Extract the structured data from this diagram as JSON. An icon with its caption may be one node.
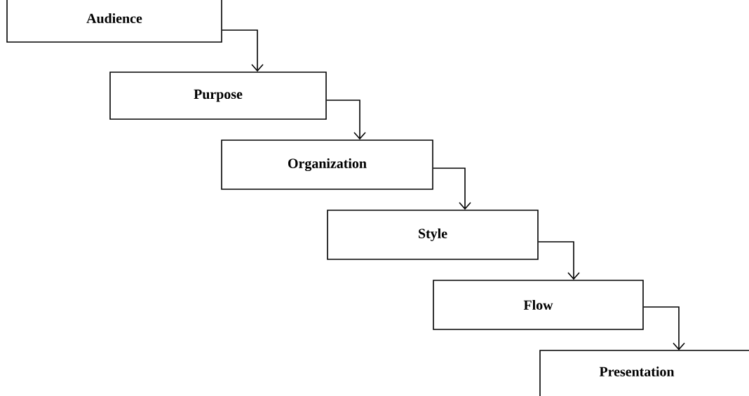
{
  "diagram": {
    "nodes": [
      {
        "text": [
          "Audience"
        ]
      },
      {
        "text": [
          "Purpose"
        ]
      },
      {
        "text": [
          "Organization"
        ]
      },
      {
        "text": [
          "Style"
        ]
      },
      {
        "text": [
          "Flow"
        ]
      },
      {
        "text": [
          "Presentation"
        ]
      }
    ],
    "edges": [
      {
        "from": 0,
        "to": 1,
        "arrow": "to"
      },
      {
        "from": 1,
        "to": 2,
        "arrow": "to"
      },
      {
        "from": 2,
        "to": 3,
        "arrow": "to"
      },
      {
        "from": 3,
        "to": 4,
        "arrow": "to"
      },
      {
        "from": 4,
        "to": 5,
        "arrow": "to"
      }
    ]
  }
}
